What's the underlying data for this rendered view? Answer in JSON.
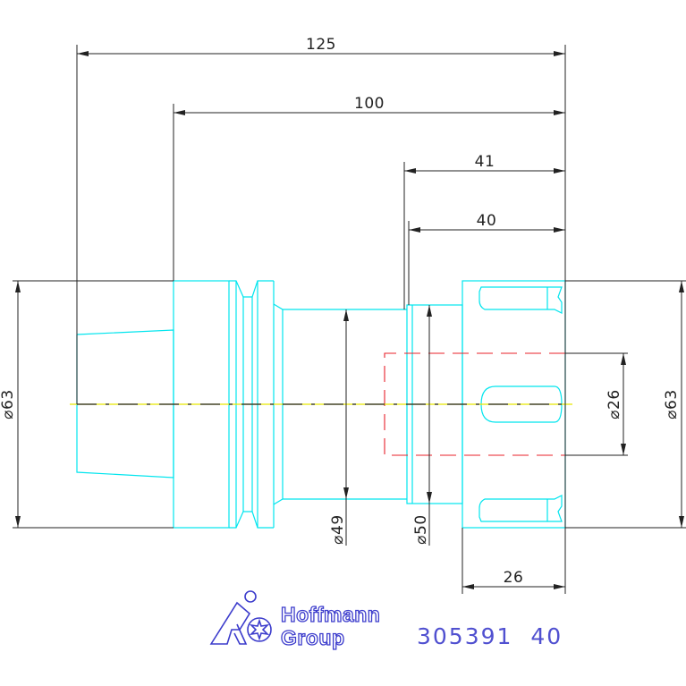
{
  "drawing": {
    "type": "technical-drawing",
    "background_color": "#ffffff",
    "outline_color": "#00e5ee",
    "dimension_color": "#222222",
    "centerline_color": "#e8e800",
    "hidden_line_color": "#e8202a",
    "brand_color": "#3c3ccc"
  },
  "dimensions": {
    "overall_length": "125",
    "length_to_flange": "100",
    "length_41": "41",
    "length_40": "40",
    "nose_length": "26",
    "dia_left": "⌀63",
    "dia_right": "⌀63",
    "dia_49": "⌀49",
    "dia_50": "⌀50",
    "dia_26": "⌀26"
  },
  "logo": {
    "line1": "Hoffmann",
    "line2": "Group"
  },
  "part_number": "305391  40"
}
